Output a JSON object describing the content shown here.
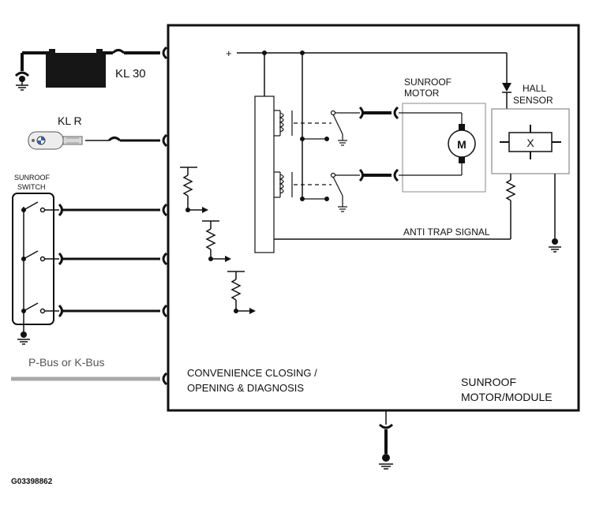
{
  "labels": {
    "kl30": "KL 30",
    "klr": "KL R",
    "sunroof_switch_line1": "SUNROOF",
    "sunroof_switch_line2": "SWITCH",
    "pbus": "P-Bus or K-Bus",
    "convenience_line1": "CONVENIENCE CLOSING /",
    "convenience_line2": "OPENING & DIAGNOSIS",
    "module_line1": "SUNROOF",
    "module_line2": "MOTOR/MODULE",
    "motor_line1": "SUNROOF",
    "motor_line2": "MOTOR",
    "hall_line1": "HALL",
    "hall_line2": "SENSOR",
    "anti_trap": "ANTI TRAP SIGNAL",
    "motor_symbol": "M",
    "hall_symbol": "X",
    "plus": "+",
    "figure_id": "G03398862"
  },
  "colors": {
    "line": "#111111",
    "bus": "#a8a8a8",
    "battery": "#161616",
    "component_box": "#888888"
  }
}
